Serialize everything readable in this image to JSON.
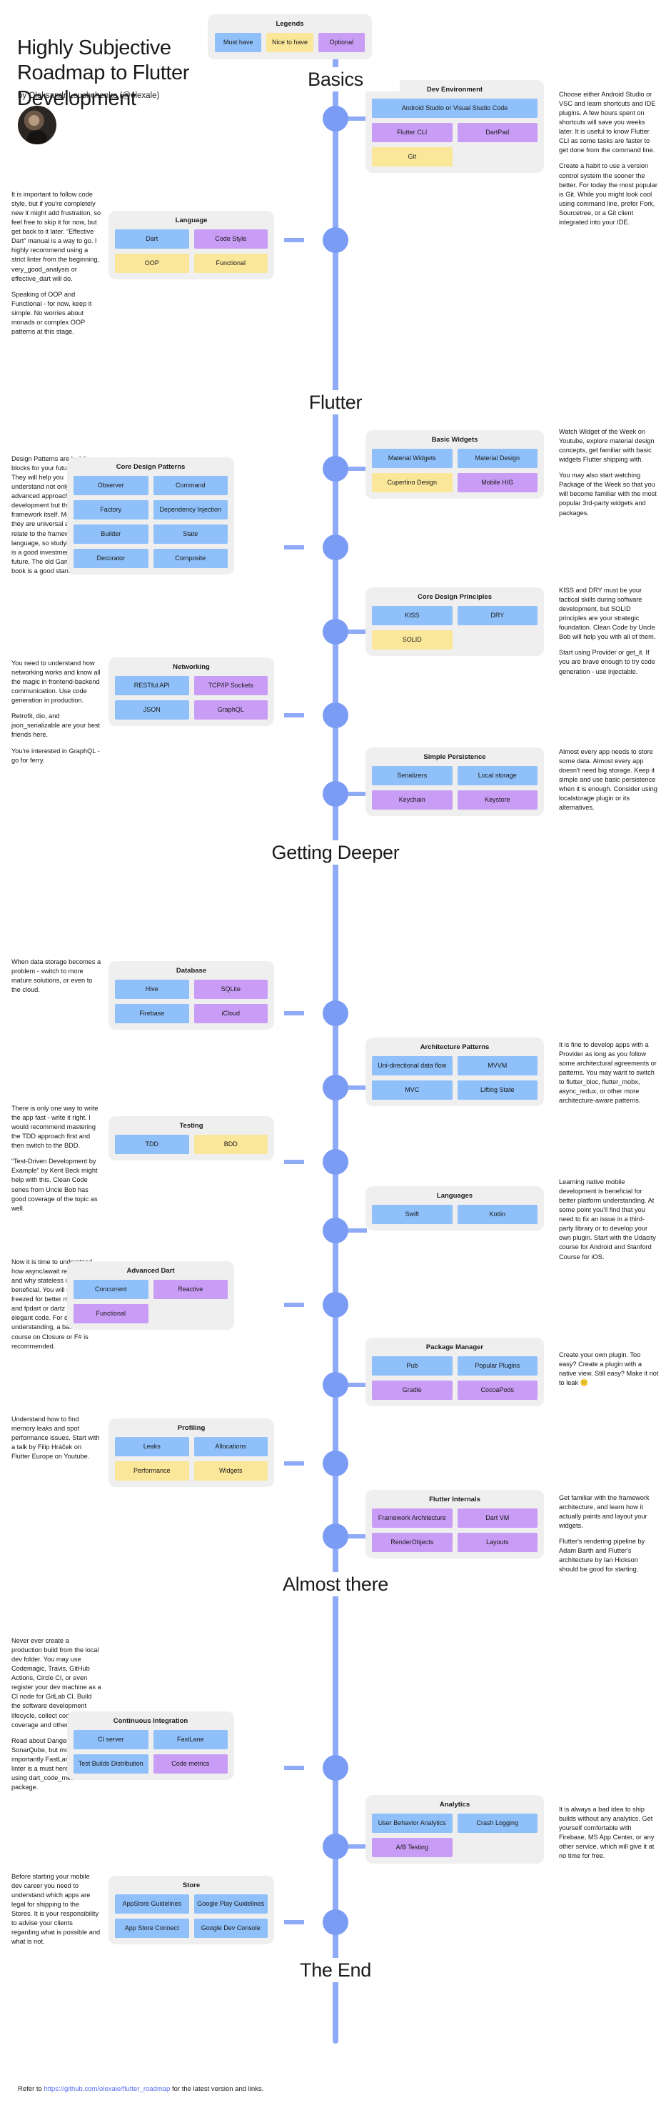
{
  "header": {
    "title": "Highly Subjective Roadmap to Flutter Development",
    "byline": "by Oleksandr Leushchenko (@olexale)"
  },
  "legend": {
    "title": "Legends",
    "items": [
      {
        "label": "Must have",
        "color": "#8fc0f9",
        "kind": "blue"
      },
      {
        "label": "Nice to have",
        "color": "#fbe79a",
        "kind": "yellow"
      },
      {
        "label": "Optional",
        "color": "#c99cf5",
        "kind": "purple"
      }
    ]
  },
  "sections": [
    {
      "id": "basics",
      "label": "Basics"
    },
    {
      "id": "flutter",
      "label": "Flutter"
    },
    {
      "id": "getting-deeper",
      "label": "Getting Deeper"
    },
    {
      "id": "almost-there",
      "label": "Almost there"
    },
    {
      "id": "the-end",
      "label": "The End"
    }
  ],
  "cards": {
    "dev_environment": {
      "title": "Dev Environment",
      "items": [
        {
          "label": "Android Studio or Visual Studio Code",
          "kind": "blue",
          "full": true
        },
        {
          "label": "Flutter CLI",
          "kind": "purple"
        },
        {
          "label": "DartPad",
          "kind": "purple"
        },
        {
          "label": "Git",
          "kind": "yellow"
        }
      ]
    },
    "language": {
      "title": "Language",
      "items": [
        {
          "label": "Dart",
          "kind": "blue"
        },
        {
          "label": "Code Style",
          "kind": "purple"
        },
        {
          "label": "OOP",
          "kind": "yellow"
        },
        {
          "label": "Functional",
          "kind": "yellow"
        }
      ]
    },
    "basic_widgets": {
      "title": "Basic Widgets",
      "items": [
        {
          "label": "Material Widgets",
          "kind": "blue"
        },
        {
          "label": "Material Design",
          "kind": "blue"
        },
        {
          "label": "Cupertino Design",
          "kind": "yellow"
        },
        {
          "label": "Mobile HIG",
          "kind": "purple"
        }
      ]
    },
    "core_design_patterns": {
      "title": "Core Design Patterns",
      "items": [
        {
          "label": "Observer",
          "kind": "blue"
        },
        {
          "label": "Command",
          "kind": "blue"
        },
        {
          "label": "Factory",
          "kind": "blue"
        },
        {
          "label": "Dependency Injection",
          "kind": "blue"
        },
        {
          "label": "Builder",
          "kind": "blue"
        },
        {
          "label": "State",
          "kind": "blue"
        },
        {
          "label": "Decorator",
          "kind": "blue"
        },
        {
          "label": "Composite",
          "kind": "blue"
        }
      ]
    },
    "core_design_principles": {
      "title": "Core Design Principles",
      "items": [
        {
          "label": "KISS",
          "kind": "blue"
        },
        {
          "label": "DRY",
          "kind": "blue"
        },
        {
          "label": "SOLID",
          "kind": "yellow"
        }
      ]
    },
    "networking": {
      "title": "Networking",
      "items": [
        {
          "label": "RESTful API",
          "kind": "blue"
        },
        {
          "label": "TCP/IP Sockets",
          "kind": "purple"
        },
        {
          "label": "JSON",
          "kind": "blue"
        },
        {
          "label": "GraphQL",
          "kind": "purple"
        }
      ]
    },
    "simple_persistence": {
      "title": "Simple Persistence",
      "items": [
        {
          "label": "Serializers",
          "kind": "blue"
        },
        {
          "label": "Local storage",
          "kind": "blue"
        },
        {
          "label": "Keychain",
          "kind": "purple"
        },
        {
          "label": "Keystore",
          "kind": "purple"
        }
      ]
    },
    "database": {
      "title": "Database",
      "items": [
        {
          "label": "Hive",
          "kind": "blue"
        },
        {
          "label": "SQLite",
          "kind": "purple"
        },
        {
          "label": "Firebase",
          "kind": "blue"
        },
        {
          "label": "iCloud",
          "kind": "purple"
        }
      ]
    },
    "architecture_patterns": {
      "title": "Architecture Patterns",
      "items": [
        {
          "label": "Uni-directional data flow",
          "kind": "blue"
        },
        {
          "label": "MVVM",
          "kind": "blue"
        },
        {
          "label": "MVC",
          "kind": "blue"
        },
        {
          "label": "Lifting State",
          "kind": "blue"
        }
      ]
    },
    "testing": {
      "title": "Testing",
      "items": [
        {
          "label": "TDD",
          "kind": "blue"
        },
        {
          "label": "BDD",
          "kind": "yellow"
        }
      ]
    },
    "languages": {
      "title": "Languages",
      "items": [
        {
          "label": "Swift",
          "kind": "blue"
        },
        {
          "label": "Kotlin",
          "kind": "blue"
        }
      ]
    },
    "advanced_dart": {
      "title": "Advanced Dart",
      "items": [
        {
          "label": "Concurrent",
          "kind": "blue"
        },
        {
          "label": "Reactive",
          "kind": "purple"
        },
        {
          "label": "Functional",
          "kind": "purple"
        }
      ]
    },
    "package_manager": {
      "title": "Package Manager",
      "items": [
        {
          "label": "Pub",
          "kind": "blue"
        },
        {
          "label": "Popular Plugins",
          "kind": "blue"
        },
        {
          "label": "Gradle",
          "kind": "purple"
        },
        {
          "label": "CocoaPods",
          "kind": "purple"
        }
      ]
    },
    "profiling": {
      "title": "Profiling",
      "items": [
        {
          "label": "Leaks",
          "kind": "blue"
        },
        {
          "label": "Allocations",
          "kind": "blue"
        },
        {
          "label": "Performance",
          "kind": "yellow"
        },
        {
          "label": "Widgets",
          "kind": "yellow"
        }
      ]
    },
    "flutter_internals": {
      "title": "Flutter Internals",
      "items": [
        {
          "label": "Framework Architecture",
          "kind": "purple"
        },
        {
          "label": "Dart VM",
          "kind": "purple"
        },
        {
          "label": "RenderObjects",
          "kind": "purple"
        },
        {
          "label": "Layouts",
          "kind": "purple"
        }
      ]
    },
    "continuous_integration": {
      "title": "Continuous Integration",
      "items": [
        {
          "label": "CI server",
          "kind": "blue"
        },
        {
          "label": "FastLane",
          "kind": "blue"
        },
        {
          "label": "Test Builds Distribution",
          "kind": "blue"
        },
        {
          "label": "Code metrics",
          "kind": "purple"
        }
      ]
    },
    "analytics": {
      "title": "Analytics",
      "items": [
        {
          "label": "User Behavior Analytics",
          "kind": "blue"
        },
        {
          "label": "Crash Logging",
          "kind": "blue"
        },
        {
          "label": "A/B Testing",
          "kind": "purple"
        }
      ]
    },
    "store": {
      "title": "Store",
      "items": [
        {
          "label": "AppStore Guidelines",
          "kind": "blue"
        },
        {
          "label": "Google Play Guidelines",
          "kind": "blue"
        },
        {
          "label": "App Store Connect",
          "kind": "blue"
        },
        {
          "label": "Google Dev Console",
          "kind": "blue"
        }
      ]
    }
  },
  "notes": {
    "code_style": "It is important to follow code style, but if you're completely new it might add frustration, so feel free to skip it for now, but get back to it later. “Effective Dart” manual is a way to go. I highly recommend using a strict linter from the beginning, very_good_analysis or effective_dart will do.",
    "oop_functional": "Speaking of OOP and Functional - for now, keep it simple. No worries about monads or complex OOP patterns at this stage.",
    "dev_env_1": "Choose either Android Studio or VSC and learn shortcuts and IDE plugins. A few hours spent on shortcuts will save you weeks later. It is useful to know Flutter CLI as some tasks are faster to get done from the command line.",
    "dev_env_2": "Create a habit to use a version control system the sooner the better. For today the most popular is Git. While you might look cool using command line, prefer Fork, Sourcetree, or a Git client integrated into your IDE.",
    "design_patterns": "Design Patterns are building blocks for your future apps. They will help you understand not only more advanced approaches for the development but the framework itself. Moreover, they are universal and not relate to the framework or language, so studying them is a good investment for your future. The old Gang of Four book is a good start.",
    "basic_widgets": "Watch Widget of the Week on Youtube, explore material design concepts, get familiar with basic widgets Flutter shipping with.",
    "basic_widgets_2": "You may also start watching Package of the Week so that you will become familiar with the most popular 3rd-party widgets and packages.",
    "principles": "KISS and DRY must be your tactical skills during software development, but SOLID principles are your strategic foundation. Clean Code by Uncle Bob will help you with all of them.",
    "networking": "You need to understand how networking works and know all the magic in frontend-backend communication. Use code generation in production.",
    "networking_2": "Retrofit, dio, and json_serializable are your best friends here.",
    "networking_3": "You're interested in GraphQL - go for ferry.",
    "provider": "Start using Provider or get_it. If you are brave enough to try code generation - use injectable.",
    "persistence": "Almost every app needs to store some data. Almost every app doesn't need big storage. Keep it simple and use basic persistence when it is enough. Consider using localstorage plugin or its alternatives.",
    "database": "When data storage becomes a problem - switch to more mature solutions, or even to the cloud.",
    "architecture": "It is fine to develop apps with a Provider as long as you follow some architectural agreements or patterns. You may want to switch to flutter_bloc, flutter_mobx, async_redux, or other more architecture-aware patterns.",
    "testing": "There is only one way to write the app fast - write it right. I would recommend mastering the TDD approach first and then switch to the BDD.",
    "testing_2": "“Test-Driven Development by Example” by Kent Beck might help with this. Clean Code series from Uncle Bob has good coverage of the topic as well.",
    "languages": "Learning native mobile development is beneficial for better platform understanding. At some point you'll find that you need to fix an issue in a third-party library or to develop your own plugin. Start with the Udacity course for Android and Stanford Course for iOS.",
    "advanced_dart": "Now it is time to understand how async/await really works and why stateless is beneficial. You will need freezed for better models and fpdart or dartz for more elegant code. For deep understanding, a basic course on Closure or F# is recommended.",
    "package_manager": "Create your own plugin. Too easy? Create a plugin with a native view. Still easy? Make it not to leak 🙂",
    "profiling": "Understand how to find memory leaks and spot performance issues. Start with a talk by Filip Hráček on Flutter Europe on Youtube.",
    "internals": "Get familiar with the framework architecture, and learn how it actually paints and layout your widgets.",
    "internals_2": "Flutter's rendering pipeline by Adam Barth and Flutter's architecture by Ian Hickson should be good for starting.",
    "ci": "Never ever create a production build from the local dev folder. You may use Codemagic, Travis, GitHub Actions, Circle CI, or even register your dev machine as a CI node for GitLab CI. Build the software development lifecycle, collect code coverage and other metrics.",
    "ci_2": "Read about Danger, SonarQube, but most importantly FastLane. A strict linter is a must here. Consider using dart_code_metrics package.",
    "analytics": "It is always a bad idea to ship builds without any analytics. Get yourself comfortable with Firebase, MS App Center, or any other service, which will give it at no time for free.",
    "store": "Before starting your mobile dev career you need to understand which apps are legal for shipping to the Stores. It is your responsibility to advise your clients regarding what is possible and what is not."
  },
  "footer": {
    "prefix": "Refer to ",
    "link": "https://github.com/olexale/flutter_roadmap",
    "suffix": " for the latest version and links."
  }
}
